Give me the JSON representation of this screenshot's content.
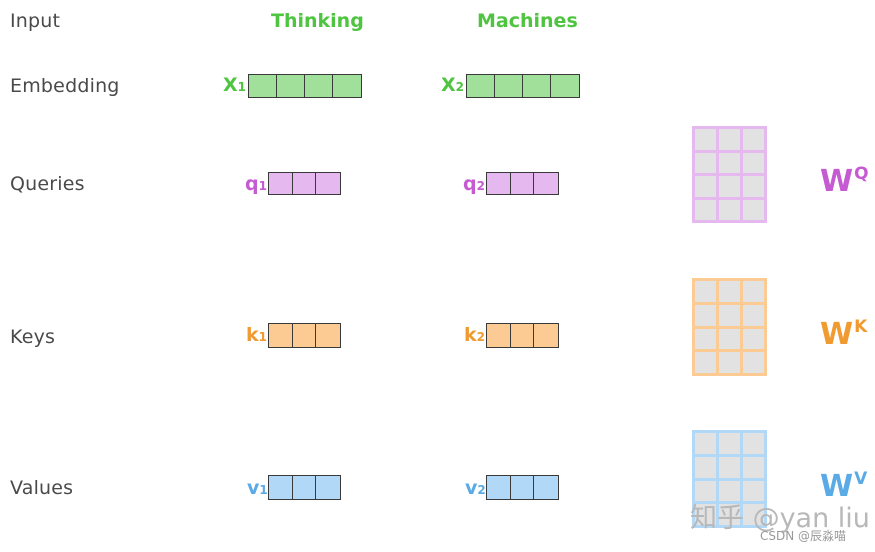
{
  "colors": {
    "green": "#4fc441",
    "green_fill": "#a1e09a",
    "purple": "#c55ad3",
    "purple_fill": "#e5b8ef",
    "orange": "#f09a30",
    "orange_fill": "#fccb94",
    "blue": "#5aaae6",
    "blue_fill": "#b1d9f7",
    "matrix_cell": "#e2e2e2"
  },
  "rows": {
    "input": "Input",
    "embedding": "Embedding",
    "queries": "Queries",
    "keys": "Keys",
    "values": "Values"
  },
  "words": {
    "w1": "Thinking",
    "w2": "Machines"
  },
  "vectors": {
    "x1": {
      "name": "X",
      "sub": "1"
    },
    "x2": {
      "name": "X",
      "sub": "2"
    },
    "q1": {
      "name": "q",
      "sub": "1"
    },
    "q2": {
      "name": "q",
      "sub": "2"
    },
    "k1": {
      "name": "k",
      "sub": "1"
    },
    "k2": {
      "name": "k",
      "sub": "2"
    },
    "v1": {
      "name": "v",
      "sub": "1"
    },
    "v2": {
      "name": "v",
      "sub": "2"
    }
  },
  "weights": {
    "wq": {
      "name": "W",
      "sup": "Q"
    },
    "wk": {
      "name": "W",
      "sup": "K"
    },
    "wv": {
      "name": "W",
      "sup": "V"
    }
  },
  "watermark": "知乎 @yan liu",
  "csdn": "CSDN @辰淼喵"
}
